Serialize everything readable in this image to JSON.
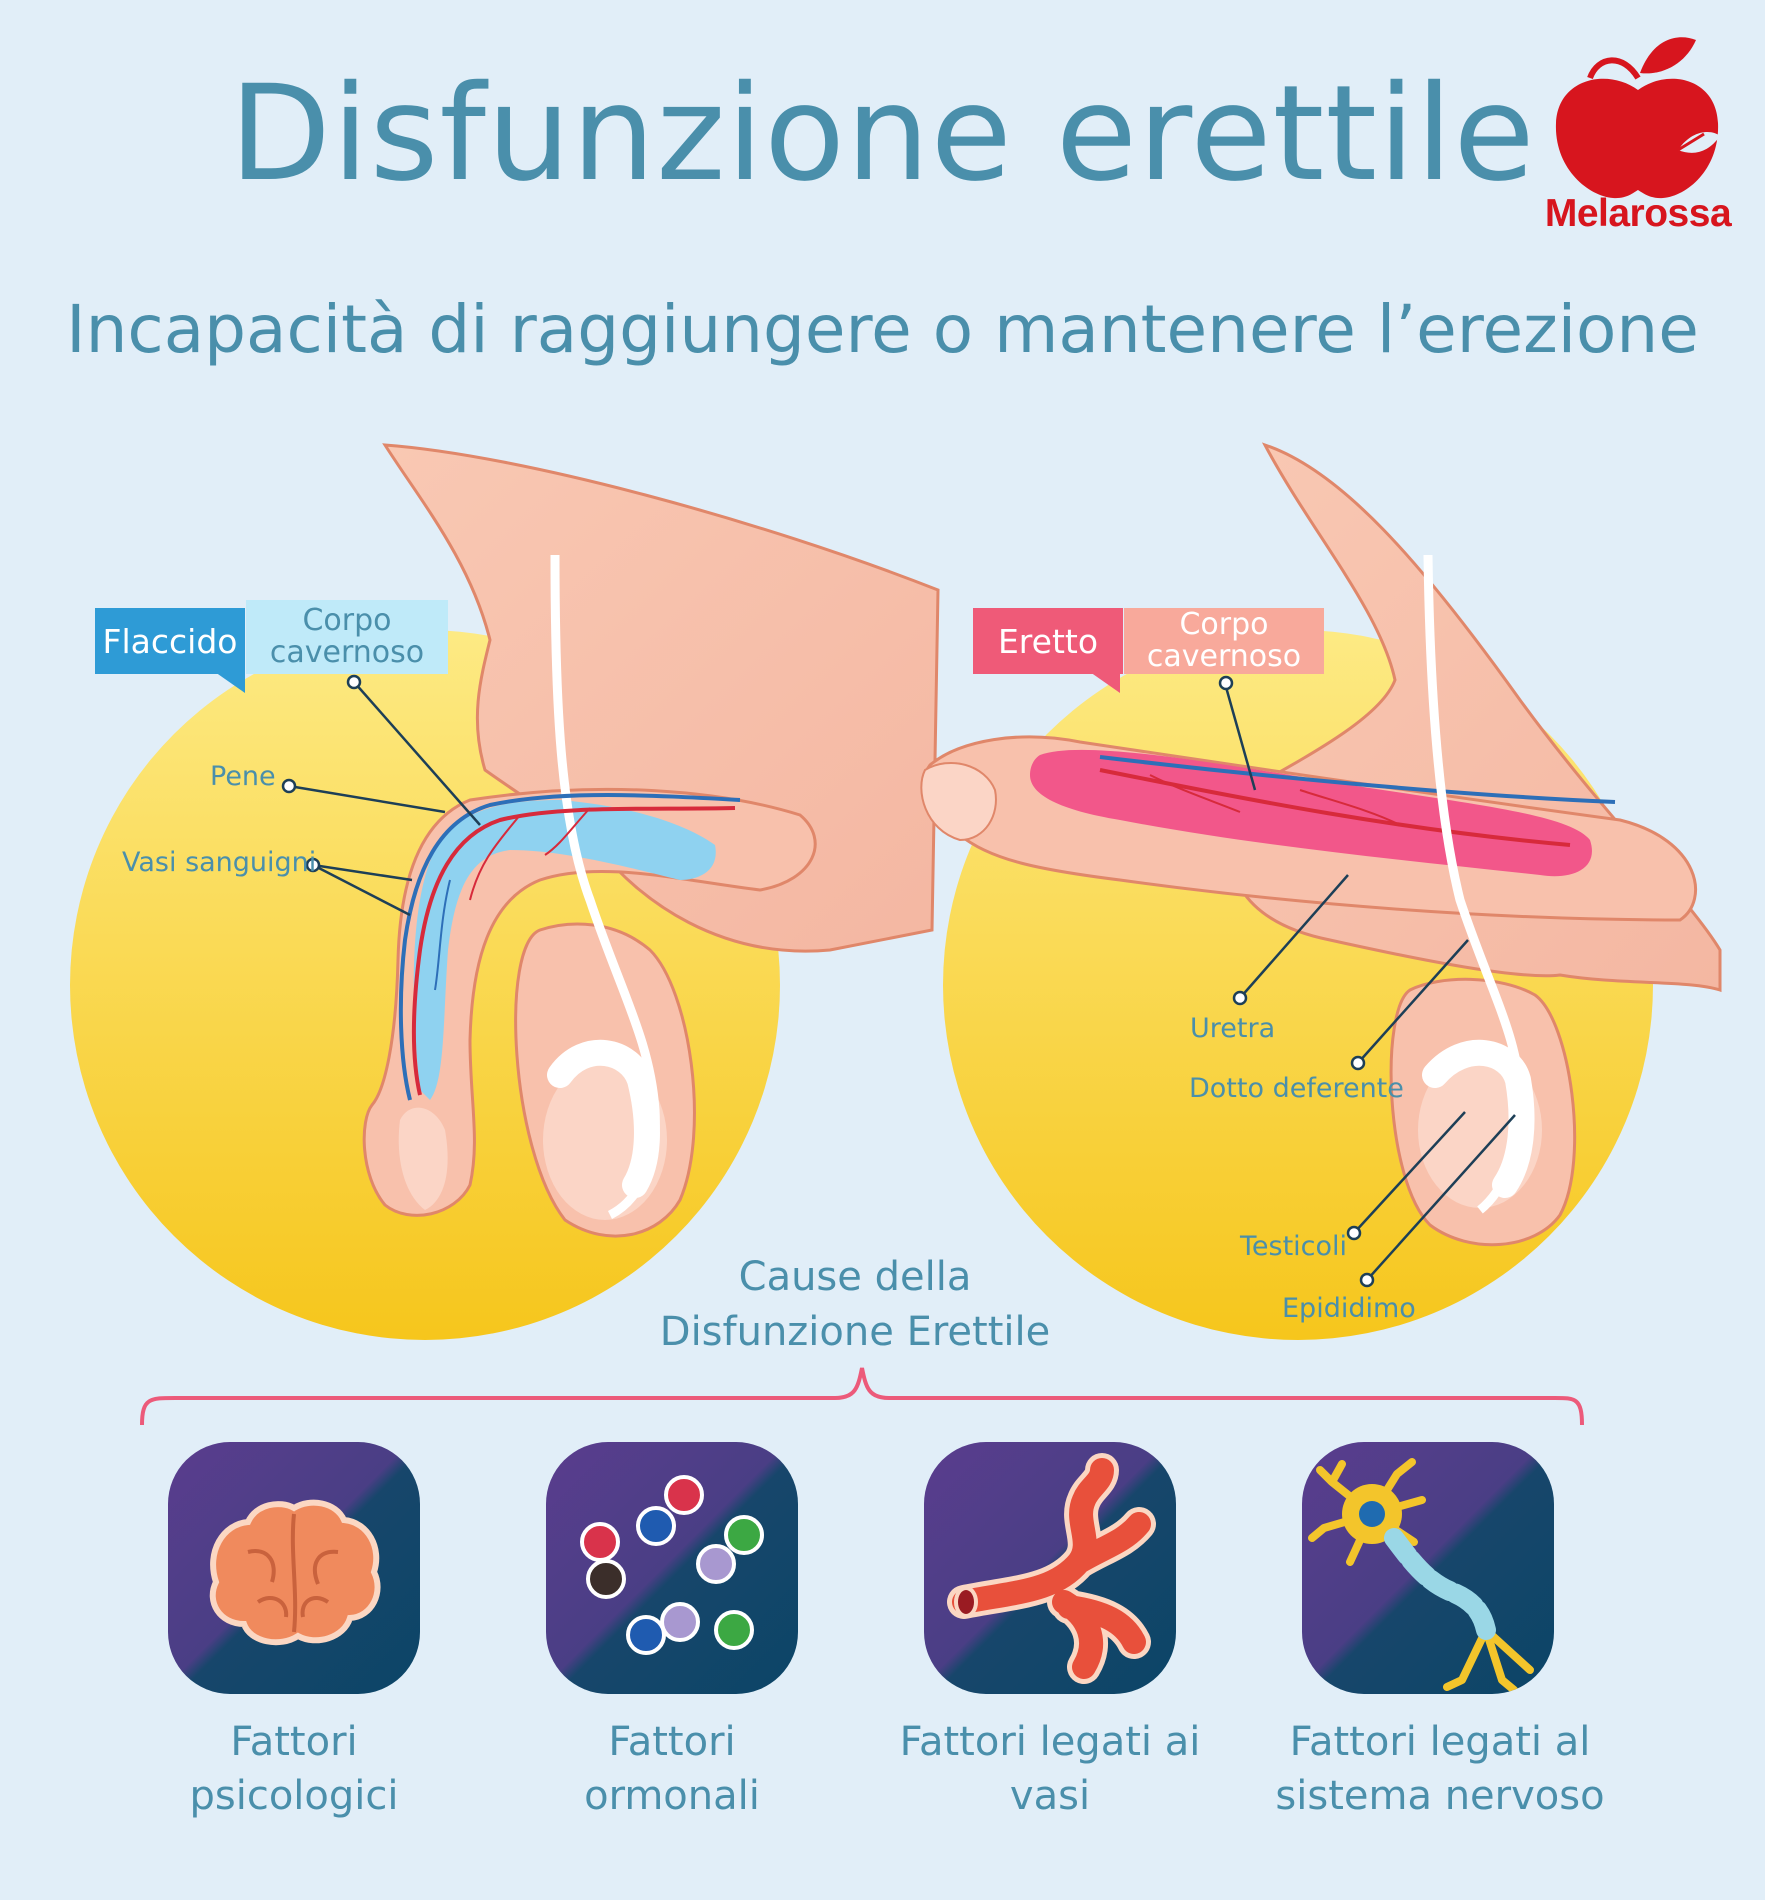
{
  "title": "Disfunzione erettile",
  "subtitle": "Incapacità di raggiungere o mantenere l’erezione",
  "brand": {
    "name": "Melarossa",
    "color": "#d7151e"
  },
  "left_panel": {
    "state_tag": "Flaccido",
    "corpus_label_line1": "Corpo",
    "corpus_label_line2": "cavernoso",
    "labels": {
      "penis": "Pene",
      "vessels": "Vasi sanguigni"
    },
    "tag_color": "#2e9bd6"
  },
  "right_panel": {
    "state_tag": "Eretto",
    "corpus_label_line1": "Corpo",
    "corpus_label_line2": "cavernoso",
    "labels": {
      "urethra": "Uretra",
      "vas_deferens": "Dotto deferente",
      "testicles": "Testicoli",
      "epididymis": "Epididimo"
    },
    "tag_color": "#ef5a78"
  },
  "causes": {
    "title_line1": "Cause della",
    "title_line2": "Disfunzione Erettile",
    "items": [
      {
        "line1": "Fattori",
        "line2": "psicologici",
        "icon": "brain-icon"
      },
      {
        "line1": "Fattori",
        "line2": "ormonali",
        "icon": "hormone-molecules-icon"
      },
      {
        "line1": "Fattori legati ai vasi",
        "line2": "",
        "icon": "blood-vessel-icon"
      },
      {
        "line1": "Fattori legati al",
        "line2": "sistema nervoso",
        "icon": "neuron-icon"
      }
    ]
  }
}
